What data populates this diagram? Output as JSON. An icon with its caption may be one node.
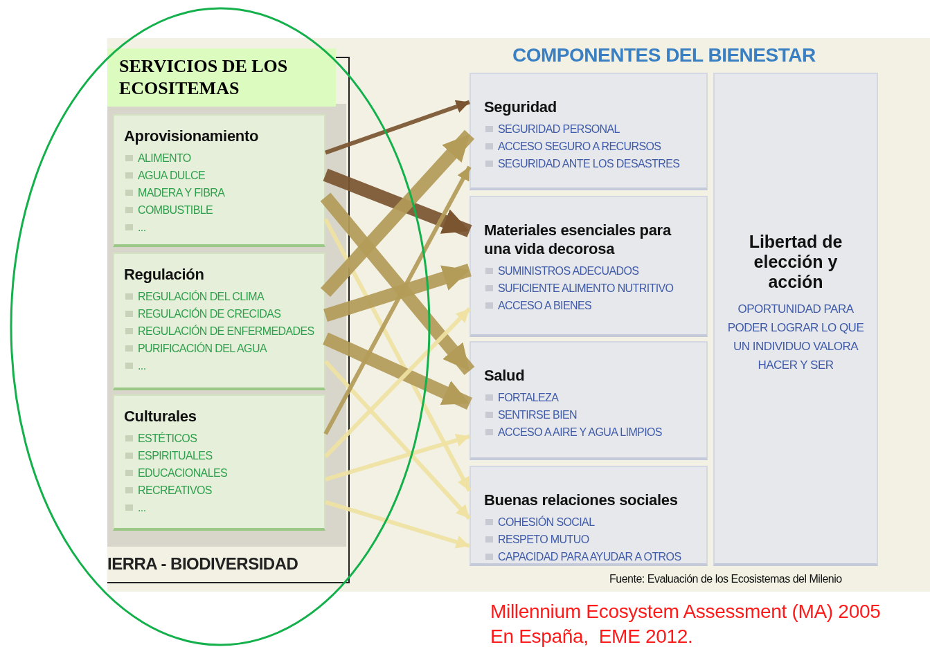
{
  "diagram": {
    "title": "COMPONENTES DEL BIENESTAR",
    "nodes": [
      {
        "text": [
          "IERRA - BIODIVERSIDAD"
        ]
      },
      {
        "text": [
          "SERVICIOS DE LOS ECOSITEMAS"
        ],
        "in": 0
      },
      {
        "text": [
          "Aprovisionamiento",
          "ALIMENTO",
          "AGUA DULCE",
          "MADERA Y FIBRA",
          "COMBUSTIBLE",
          "..."
        ],
        "in": 0
      },
      {
        "text": [
          "Regulación",
          "REGULACIÓN DEL CLIMA",
          "REGULACIÓN DE CRECIDAS",
          "REGULACIÓN DE ENFERMEDADES",
          "PURIFICACIÓN DEL AGUA",
          "..."
        ],
        "in": 0
      },
      {
        "text": [
          "Culturales",
          "ESTÉTICOS",
          "ESPIRITUALES",
          "EDUCACIONALES",
          "RECREATIVOS",
          "..."
        ],
        "in": 0
      },
      {
        "text": [
          "Seguridad",
          "SEGURIDAD PERSONAL",
          "ACCESO SEGURO A RECURSOS",
          "SEGURIDAD ANTE LOS DESASTRES"
        ]
      },
      {
        "text": [
          "Materiales esenciales para una vida decorosa",
          "SUMINISTROS ADECUADOS",
          "SUFICIENTE ALIMENTO NUTRITIVO",
          "ACCESO A BIENES"
        ]
      },
      {
        "text": [
          "Salud",
          "FORTALEZA",
          "SENTIRSE BIEN",
          "ACCESO A AIRE Y AGUA LIMPIOS"
        ]
      },
      {
        "text": [
          "Buenas relaciones sociales",
          "COHESIÓN SOCIAL",
          "RESPETO MUTUO",
          "CAPACIDAD PARA AYUDAR A OTROS"
        ]
      },
      {
        "text": [
          "Libertad de elección y acción",
          "OPORTUNIDAD PARA PODER LOGRAR LO QUE UN INDIVIDUO VALORA HACER Y SER"
        ]
      }
    ],
    "edges": [
      {
        "from": 2,
        "to": 5,
        "arrow": "to",
        "color": "#7b5530"
      },
      {
        "from": 2,
        "to": 6,
        "arrow": "to",
        "style": "thick",
        "color": "#7b5530"
      },
      {
        "from": 2,
        "to": 7,
        "arrow": "to",
        "style": "thick",
        "color": "#b39b58"
      },
      {
        "from": 2,
        "to": 8,
        "arrow": "to",
        "color": "#efe2a2"
      },
      {
        "from": 3,
        "to": 5,
        "arrow": "to",
        "style": "thick",
        "color": "#b39b58"
      },
      {
        "from": 3,
        "to": 6,
        "arrow": "to",
        "style": "thick",
        "color": "#b39b58"
      },
      {
        "from": 3,
        "to": 7,
        "arrow": "to",
        "style": "thick",
        "color": "#b39b58"
      },
      {
        "from": 3,
        "to": 8,
        "arrow": "to",
        "color": "#efe2a2"
      },
      {
        "from": 4,
        "to": 5,
        "arrow": "to",
        "color": "#b39b58"
      },
      {
        "from": 4,
        "to": 6,
        "arrow": "to",
        "color": "#efe2a2"
      },
      {
        "from": 4,
        "to": 7,
        "arrow": "to",
        "color": "#efe2a2"
      },
      {
        "from": 4,
        "to": 8,
        "arrow": "to",
        "color": "#efe2a2"
      }
    ],
    "labels": [
      "Fuente: Evaluación de los Ecosistemas del Milenio",
      "Millennium Ecosystem Assessment (MA) 2005",
      "En España,  EME 2012."
    ]
  }
}
